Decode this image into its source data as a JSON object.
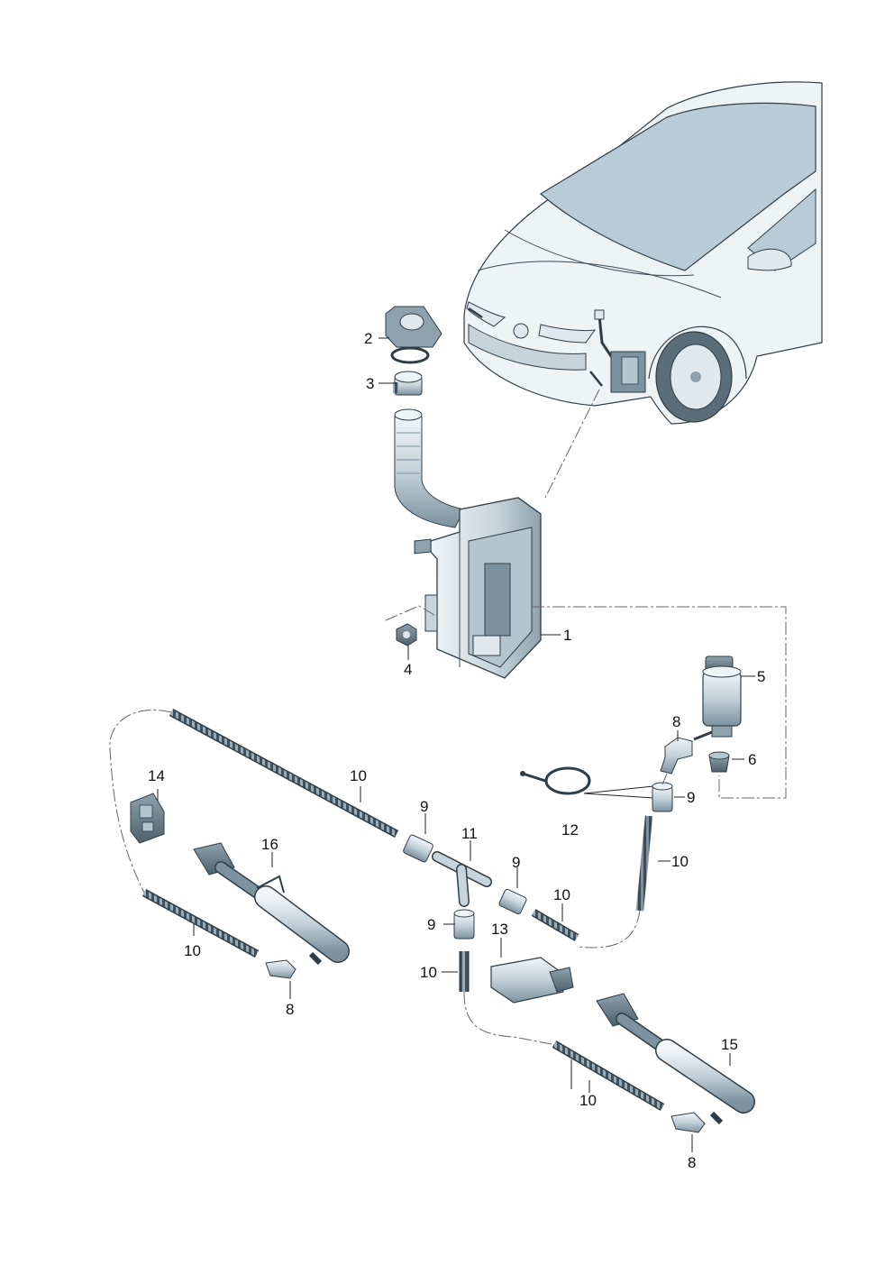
{
  "callouts": [
    {
      "id": "c1",
      "text": "1"
    },
    {
      "id": "c2",
      "text": "2"
    },
    {
      "id": "c3",
      "text": "3"
    },
    {
      "id": "c4",
      "text": "4"
    },
    {
      "id": "c5",
      "text": "5"
    },
    {
      "id": "c6",
      "text": "6"
    },
    {
      "id": "c8a",
      "text": "8"
    },
    {
      "id": "c8b",
      "text": "8"
    },
    {
      "id": "c8c",
      "text": "8"
    },
    {
      "id": "c9a",
      "text": "9"
    },
    {
      "id": "c9b",
      "text": "9"
    },
    {
      "id": "c9c",
      "text": "9"
    },
    {
      "id": "c9d",
      "text": "9"
    },
    {
      "id": "c10a",
      "text": "10"
    },
    {
      "id": "c10b",
      "text": "10"
    },
    {
      "id": "c10c",
      "text": "10"
    },
    {
      "id": "c10d",
      "text": "10"
    },
    {
      "id": "c10e",
      "text": "10"
    },
    {
      "id": "c10f",
      "text": "10"
    },
    {
      "id": "c11",
      "text": "11"
    },
    {
      "id": "c12",
      "text": "12"
    },
    {
      "id": "c13",
      "text": "13"
    },
    {
      "id": "c14",
      "text": "14"
    },
    {
      "id": "c15",
      "text": "15"
    },
    {
      "id": "c16",
      "text": "16"
    }
  ],
  "colors": {
    "part_light": "#dfe8ee",
    "part_mid": "#b5c5cf",
    "part_dark": "#6f8491",
    "outline": "#2f3d46",
    "car_body": "#eef3f6",
    "glass": "#b9cbd6"
  }
}
